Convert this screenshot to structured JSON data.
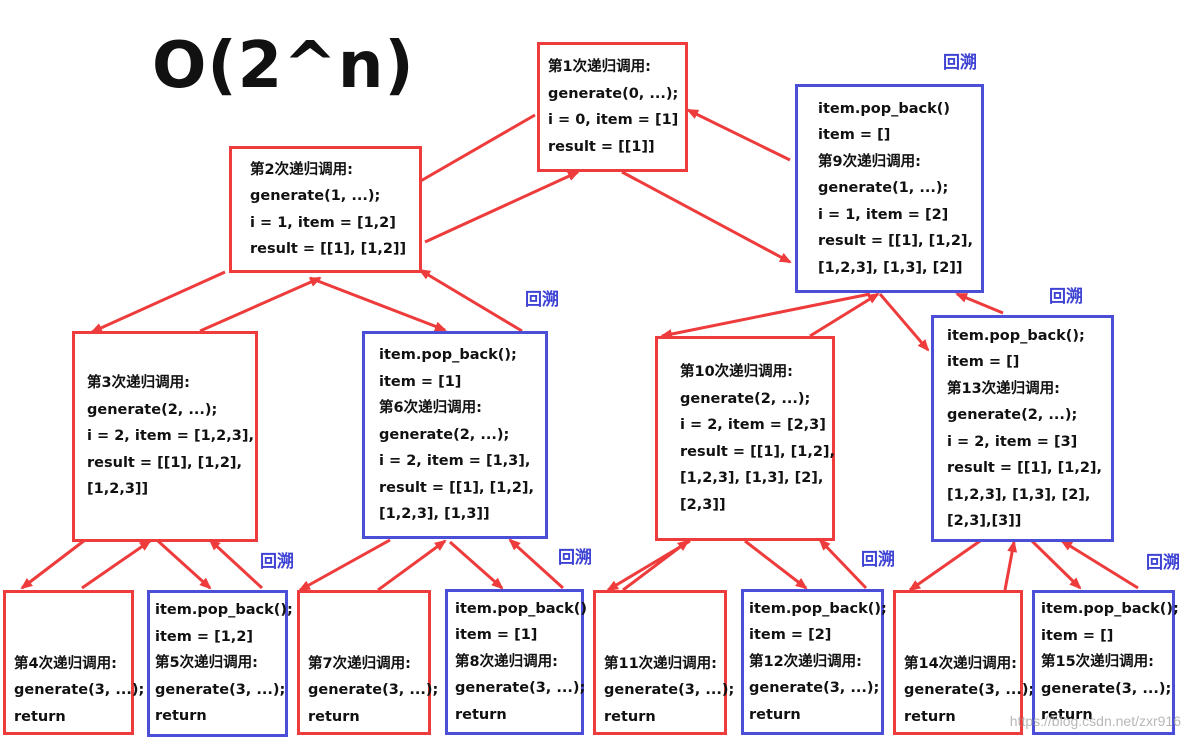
{
  "title": "O(2^n)",
  "backtrack_label": "回溯",
  "nodes": {
    "n1": [
      "第1次递归调用:",
      "generate(0, ...);",
      "i = 0, item = [1]",
      "result = [[1]]"
    ],
    "n2": [
      "第2次递归调用:",
      "generate(1, ...);",
      "i = 1, item = [1,2]",
      "result = [[1], [1,2]]"
    ],
    "n3": [
      "第3次递归调用:",
      "generate(2, ...);",
      "i = 2, item = [1,2,3],",
      "result = [[1], [1,2],",
      "[1,2,3]]"
    ],
    "n4": [
      "第4次递归调用:",
      "generate(3, ...);",
      "return"
    ],
    "n5": [
      "item.pop_back();",
      "item = [1,2]",
      "第5次递归调用:",
      "generate(3, ...);",
      "return"
    ],
    "n6": [
      "item.pop_back();",
      "item = [1]",
      "第6次递归调用:",
      "generate(2, ...);",
      "i = 2, item = [1,3],",
      "result = [[1], [1,2],",
      "[1,2,3], [1,3]]"
    ],
    "n7": [
      "第7次递归调用:",
      "generate(3, ...);",
      "return"
    ],
    "n8": [
      "item.pop_back()",
      "item = [1]",
      "第8次递归调用:",
      "generate(3, ...);",
      "return"
    ],
    "n9": [
      "item.pop_back()",
      "item = []",
      "第9次递归调用:",
      "generate(1, ...);",
      "i = 1, item = [2]",
      "result = [[1], [1,2],",
      "[1,2,3], [1,3], [2]]"
    ],
    "n10": [
      "第10次递归调用:",
      "generate(2, ...);",
      "i = 2, item = [2,3]",
      "result = [[1], [1,2],",
      "[1,2,3], [1,3], [2],",
      "[2,3]]"
    ],
    "n11": [
      "第11次递归调用:",
      "generate(3, ...);",
      "return"
    ],
    "n12": [
      "item.pop_back();",
      "item = [2]",
      "第12次递归调用:",
      "generate(3, ...);",
      "return"
    ],
    "n13": [
      "item.pop_back();",
      "item = []",
      "第13次递归调用:",
      "generate(2, ...);",
      "i = 2, item = [3]",
      "result = [[1], [1,2],",
      "[1,2,3], [1,3], [2],",
      "[2,3],[3]]"
    ],
    "n14": [
      "第14次递归调用:",
      "generate(3, ...);",
      "return"
    ],
    "n15": [
      "item.pop_back();",
      "item = []",
      "第15次递归调用:",
      "generate(3, ...);",
      "return"
    ]
  },
  "colors": {
    "call": "#ee3b3b",
    "backtrack": "#4b4fd8"
  },
  "watermark": "https://blog.csdn.net/zxr916"
}
